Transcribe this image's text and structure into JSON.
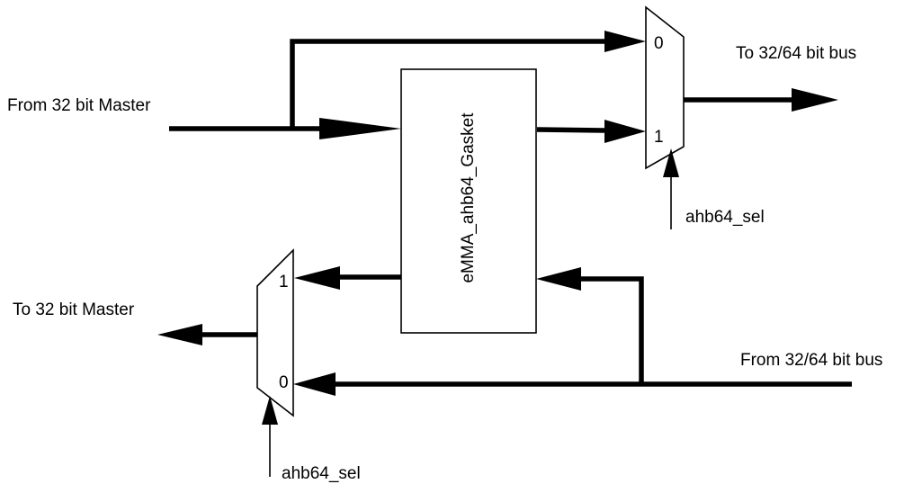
{
  "labels": {
    "from_32_master": "From 32 bit Master",
    "to_32_64_bus": "To 32/64 bit bus",
    "to_32_master": "To 32 bit Master",
    "from_32_64_bus": "From 32/64 bit bus",
    "gasket": "eMMA_ahb64_Gasket",
    "sel_top": "ahb64_sel",
    "sel_bottom": "ahb64_sel"
  },
  "mux_top": {
    "input_0": "0",
    "input_1": "1"
  },
  "mux_bottom": {
    "input_1": "1",
    "input_0": "0"
  }
}
